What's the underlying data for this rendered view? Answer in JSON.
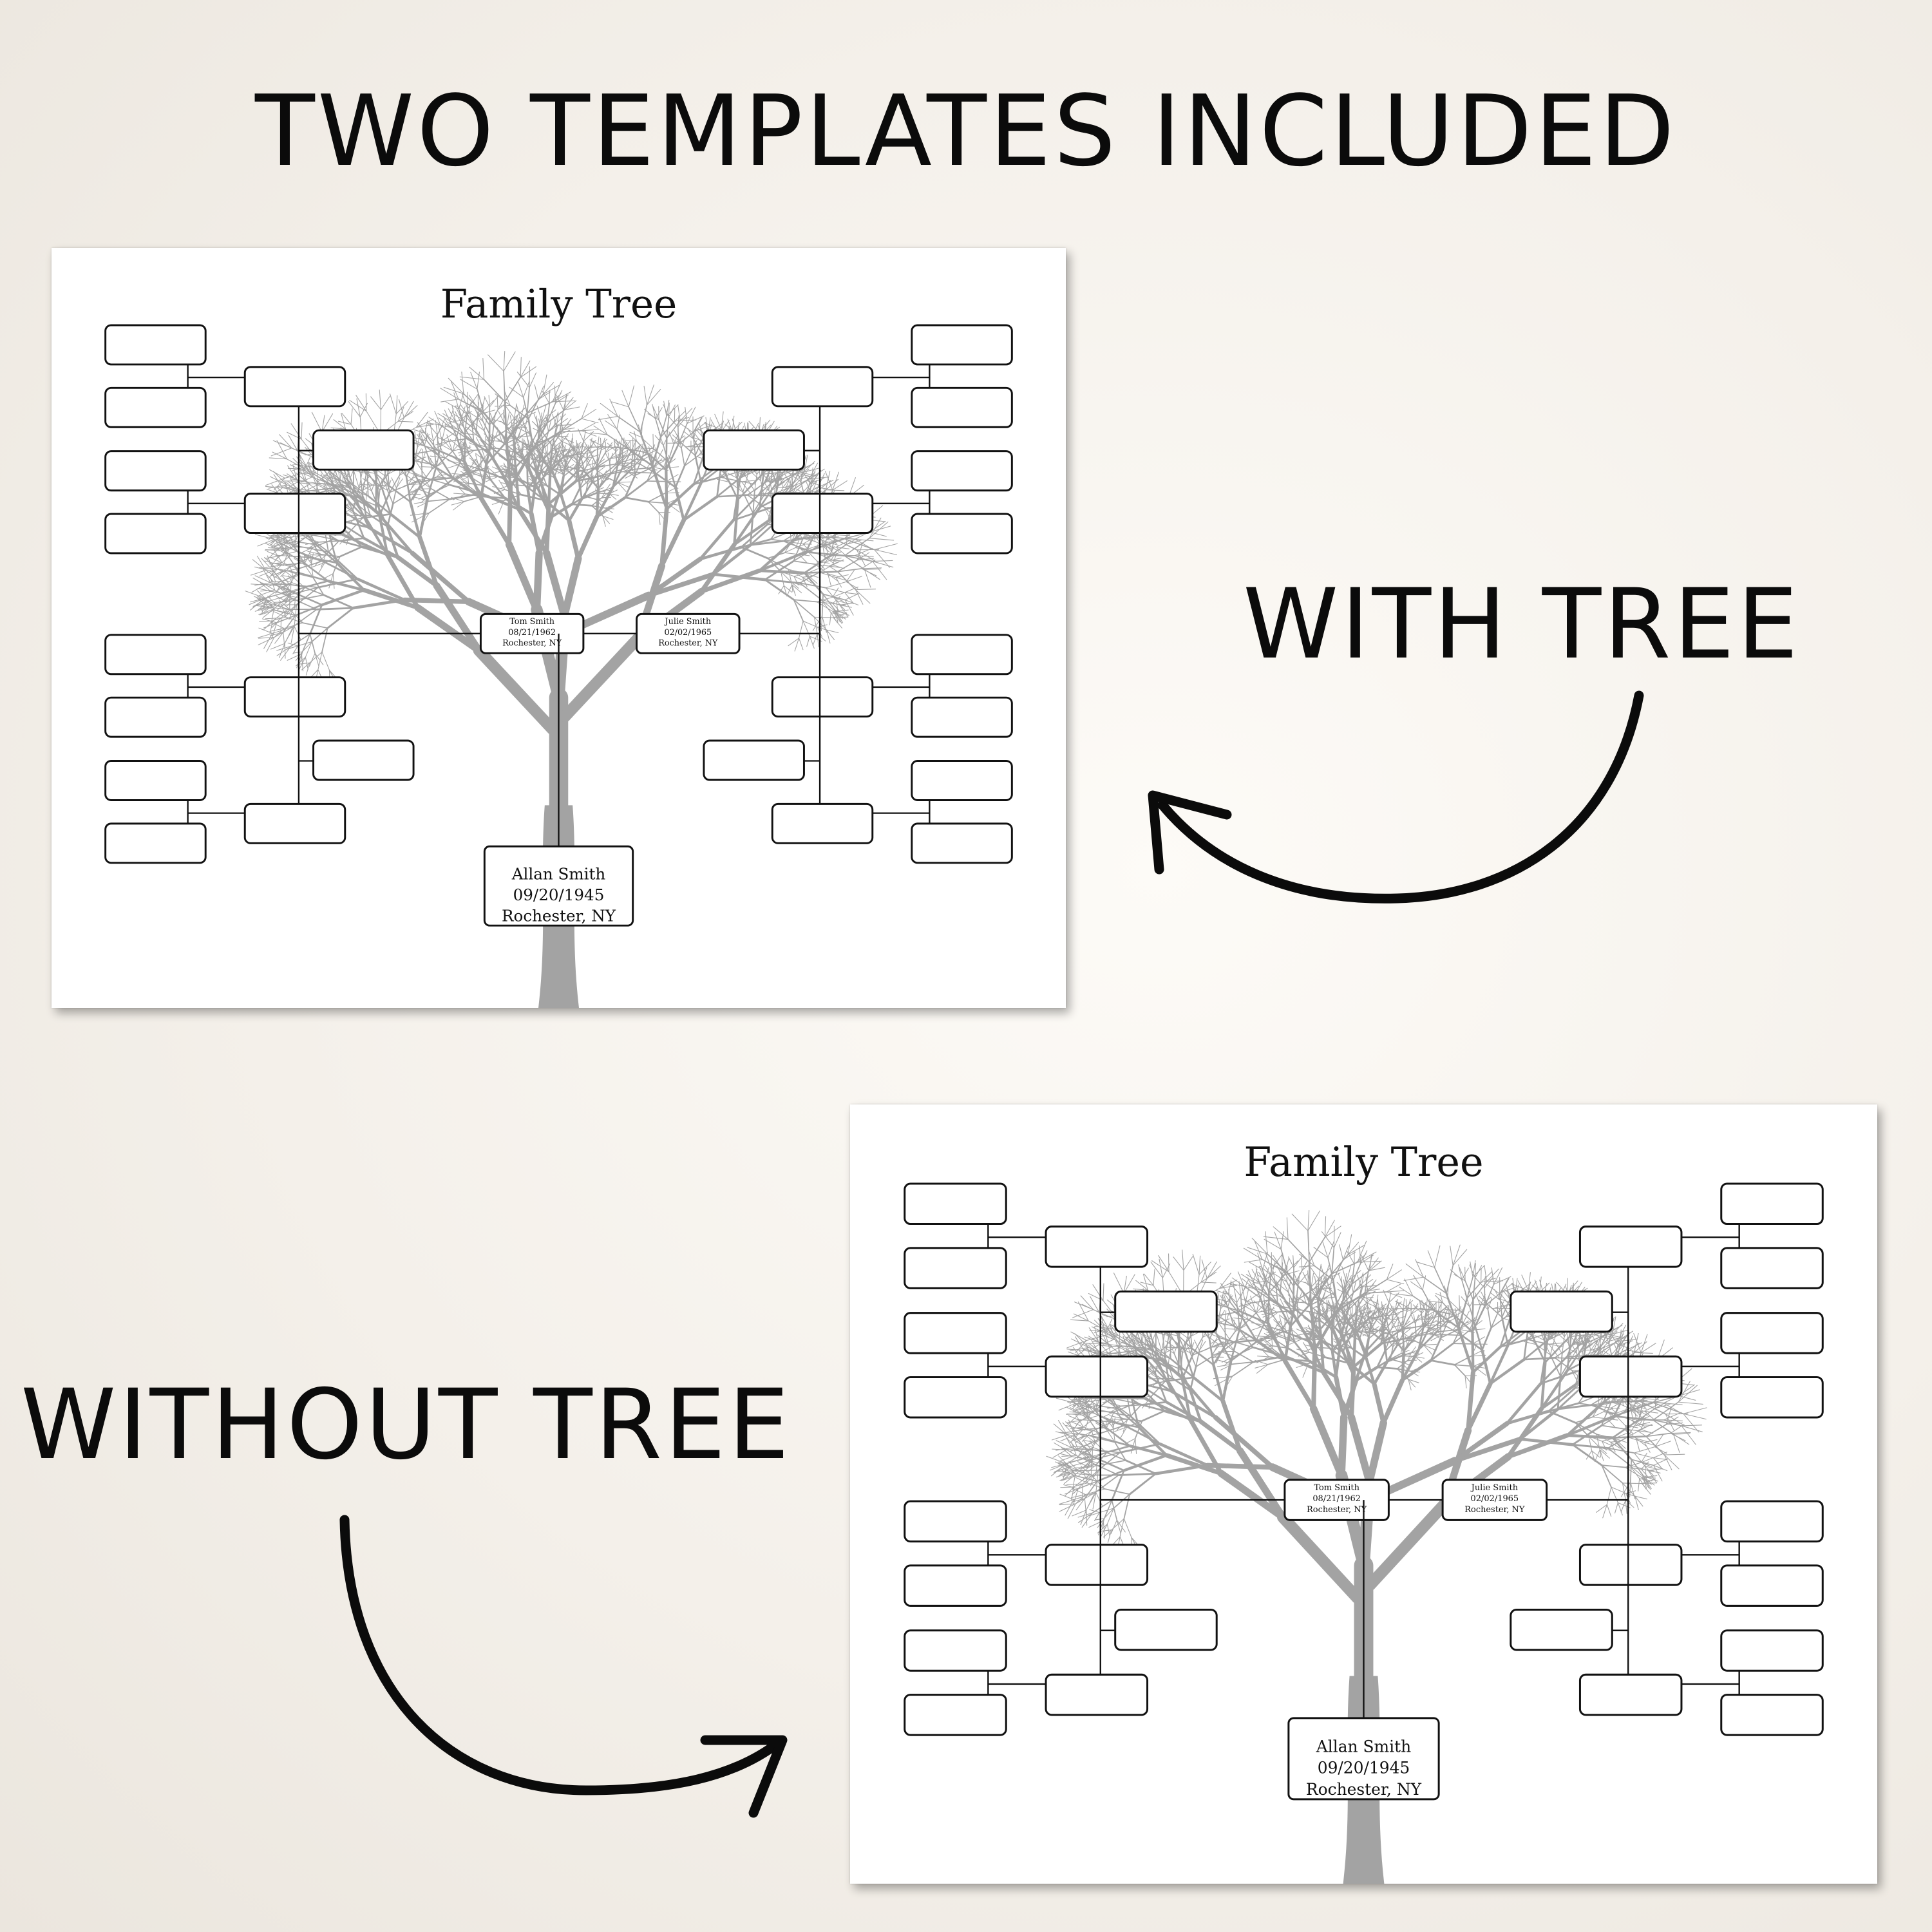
{
  "title": "TWO TEMPLATES INCLUDED",
  "labels": {
    "with_tree": "WITH TREE",
    "without_tree": "WITHOUT TREE"
  },
  "templates": [
    {
      "name": "Family Tree",
      "root": {
        "name": "Allan Smith",
        "date": "09/20/1945",
        "place": "Rochester, NY"
      },
      "father": {
        "name": "Tom Smith",
        "date": "08/21/1962",
        "place": "Rochester, NY"
      },
      "mother": {
        "name": "Julie Smith",
        "date": "02/02/1965",
        "place": "Rochester, NY"
      }
    },
    {
      "name": "Family Tree",
      "root": {
        "name": "Allan Smith",
        "date": "09/20/1945",
        "place": "Rochester, NY"
      },
      "father": {
        "name": "Tom Smith",
        "date": "08/21/1962",
        "place": "Rochester, NY"
      },
      "mother": {
        "name": "Julie Smith",
        "date": "02/02/1965",
        "place": "Rochester, NY"
      }
    }
  ],
  "colors": {
    "tree": "#a3a3a3",
    "ink": "#111111",
    "background": "#f4f0ea"
  },
  "icons": [
    "curved-arrow-icon",
    "curved-arrow-icon"
  ]
}
